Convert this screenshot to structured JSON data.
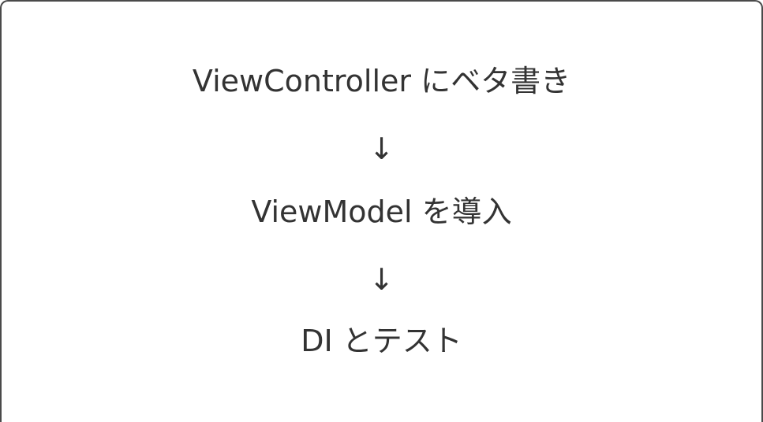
{
  "flow": {
    "steps": [
      "ViewController にベタ書き",
      "ViewModel を導入",
      "DI とテスト"
    ],
    "arrow": "↓"
  }
}
